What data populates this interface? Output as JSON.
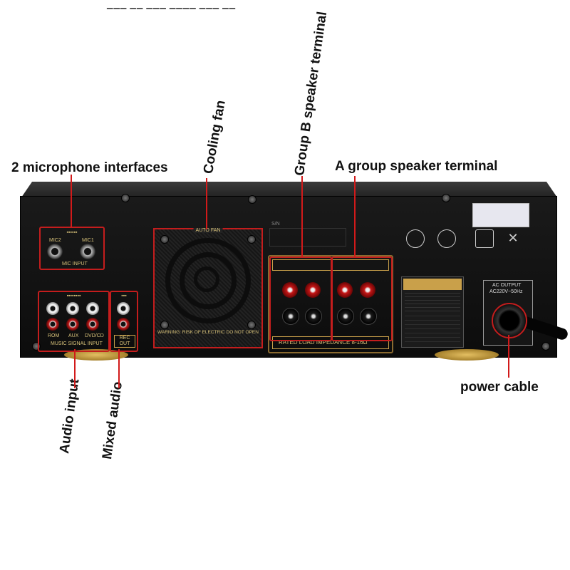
{
  "labels": {
    "mic_interfaces": "2 microphone interfaces",
    "cooling_fan": "Cooling fan",
    "group_b": "Group B speaker terminal",
    "group_a": "A group speaker terminal",
    "power_cable": "power cable",
    "audio_input": "Audio input",
    "mixed_audio": "Mixed audio"
  },
  "panel_text": {
    "mic_input": "MIC INPUT",
    "mic2": "MIC2",
    "mic1": "MIC1",
    "music_signal_input": "MUSIC SIGNAL INPUT",
    "rom": "ROM",
    "aux": "AUX",
    "dvd_cd": "DVD/CD",
    "rec_out": "REC OUT",
    "auto_fan": "AUTO FAN",
    "warning": "WARNING: RISK OF ELECTRIC DO NOT OPEN",
    "rated_load": "RATED LOAD IMPEDANCE 8-16Ω",
    "ac_output": "AC OUTPUT",
    "ac_spec": "AC220V~50Hz",
    "sn": "S/N"
  },
  "colors": {
    "leader": "#d21a1a",
    "amp_body": "#111111",
    "gold_feet": "#d9ad4d"
  }
}
